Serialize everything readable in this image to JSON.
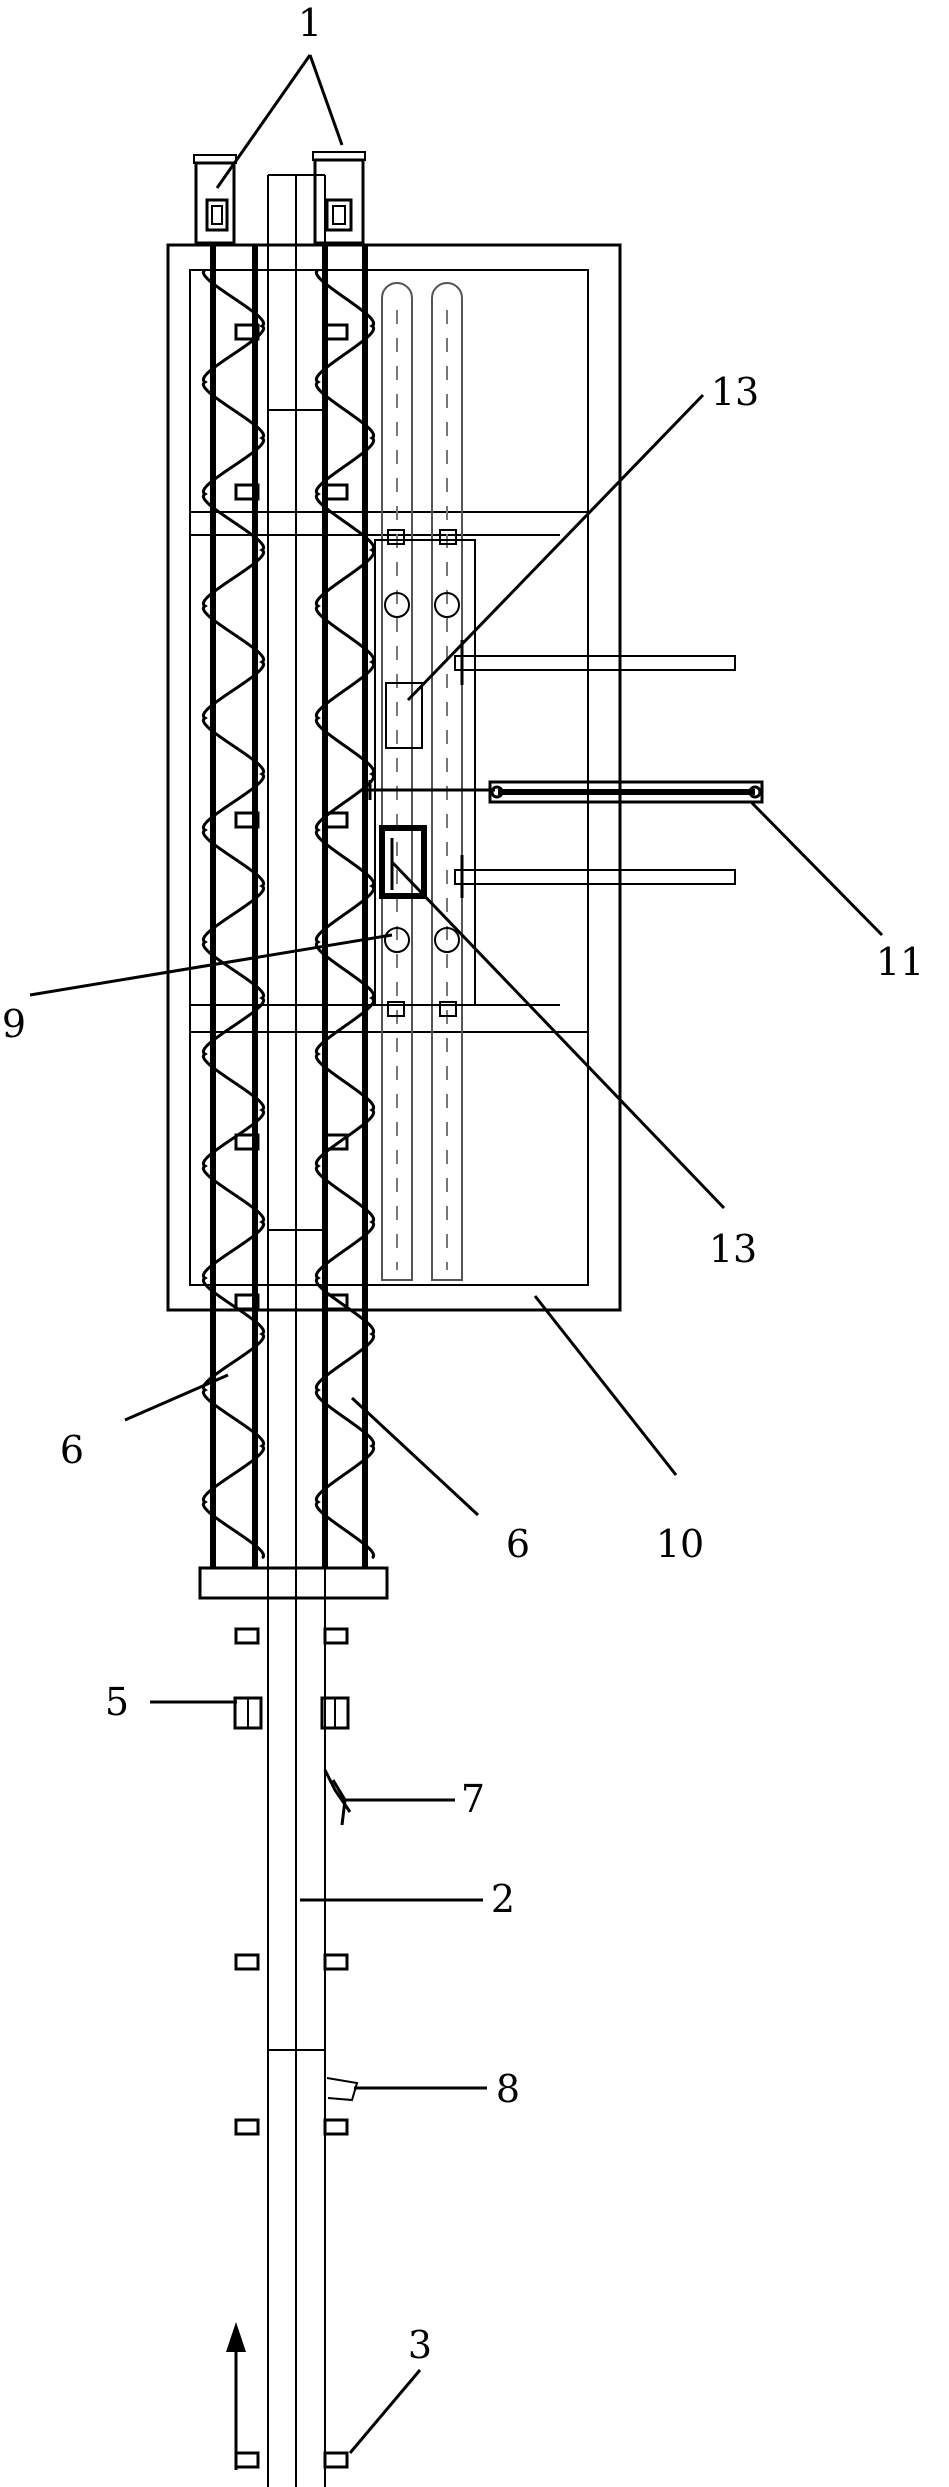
{
  "labels": {
    "l1": "1",
    "l13a": "13",
    "l11": "11",
    "l9": "9",
    "l13b": "13",
    "l6a": "6",
    "l6b": "6",
    "l10": "10",
    "l5": "5",
    "l7": "7",
    "l2": "2",
    "l8": "8",
    "l3": "3"
  },
  "colors": {
    "line": "#000000",
    "background": "#ffffff"
  }
}
